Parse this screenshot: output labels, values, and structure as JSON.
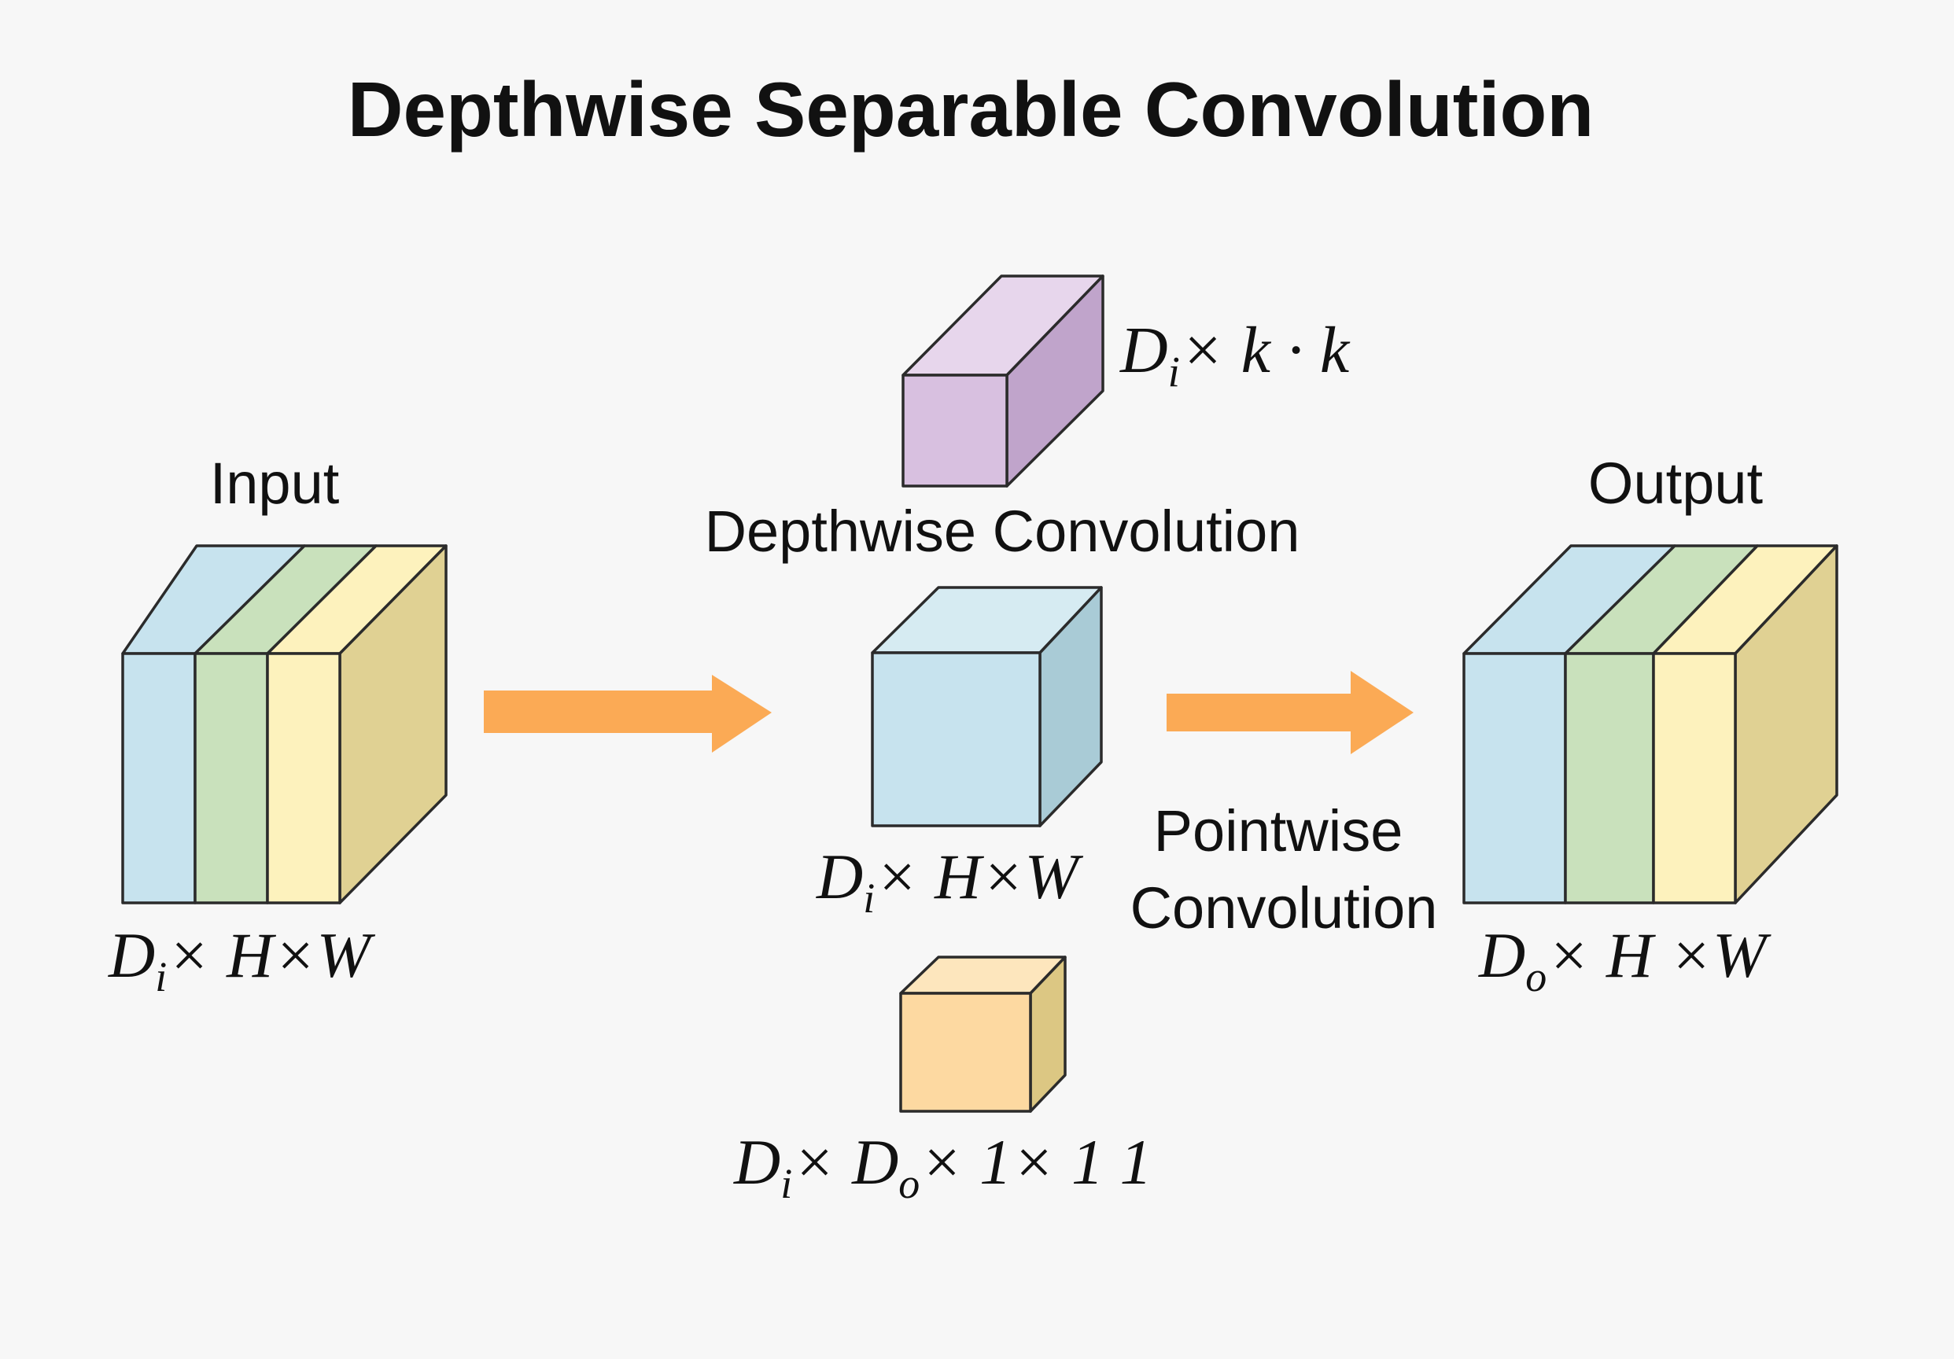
{
  "title": "Depthwise Separable Convolution",
  "labels": {
    "input": "Input",
    "output": "Output",
    "depthwise": "Depthwise Convolution",
    "pointwise_line1": "Pointwise",
    "pointwise_line2": "Convolution"
  },
  "dims": {
    "input": {
      "d": "D",
      "sub": "i",
      "rest": "× H×W"
    },
    "depthwise_kernel": {
      "d": "D",
      "sub": "i",
      "rest": "× k · k"
    },
    "intermediate": {
      "d": "D",
      "sub": "i",
      "rest": "× H×W"
    },
    "pointwise_kernel": {
      "d": "D",
      "sub": "i",
      "rest": "× D",
      "sub2": "o",
      "rest2": "× 1× 1  1"
    },
    "output": {
      "d": "D",
      "sub": "o",
      "rest": "× H ×W"
    }
  },
  "colors": {
    "background": "#f7f7f7",
    "blue": "#c7e3ee",
    "green": "#c9e1bc",
    "yellow": "#fdf2bd",
    "side": "#e0d193",
    "purple": "#d8c0e0",
    "purple_side": "#c0a4cb",
    "blue_side": "#a9cbd6",
    "orange": "#fdd9a1",
    "orange_side": "#dcc783",
    "arrow": "#fbaa55"
  }
}
